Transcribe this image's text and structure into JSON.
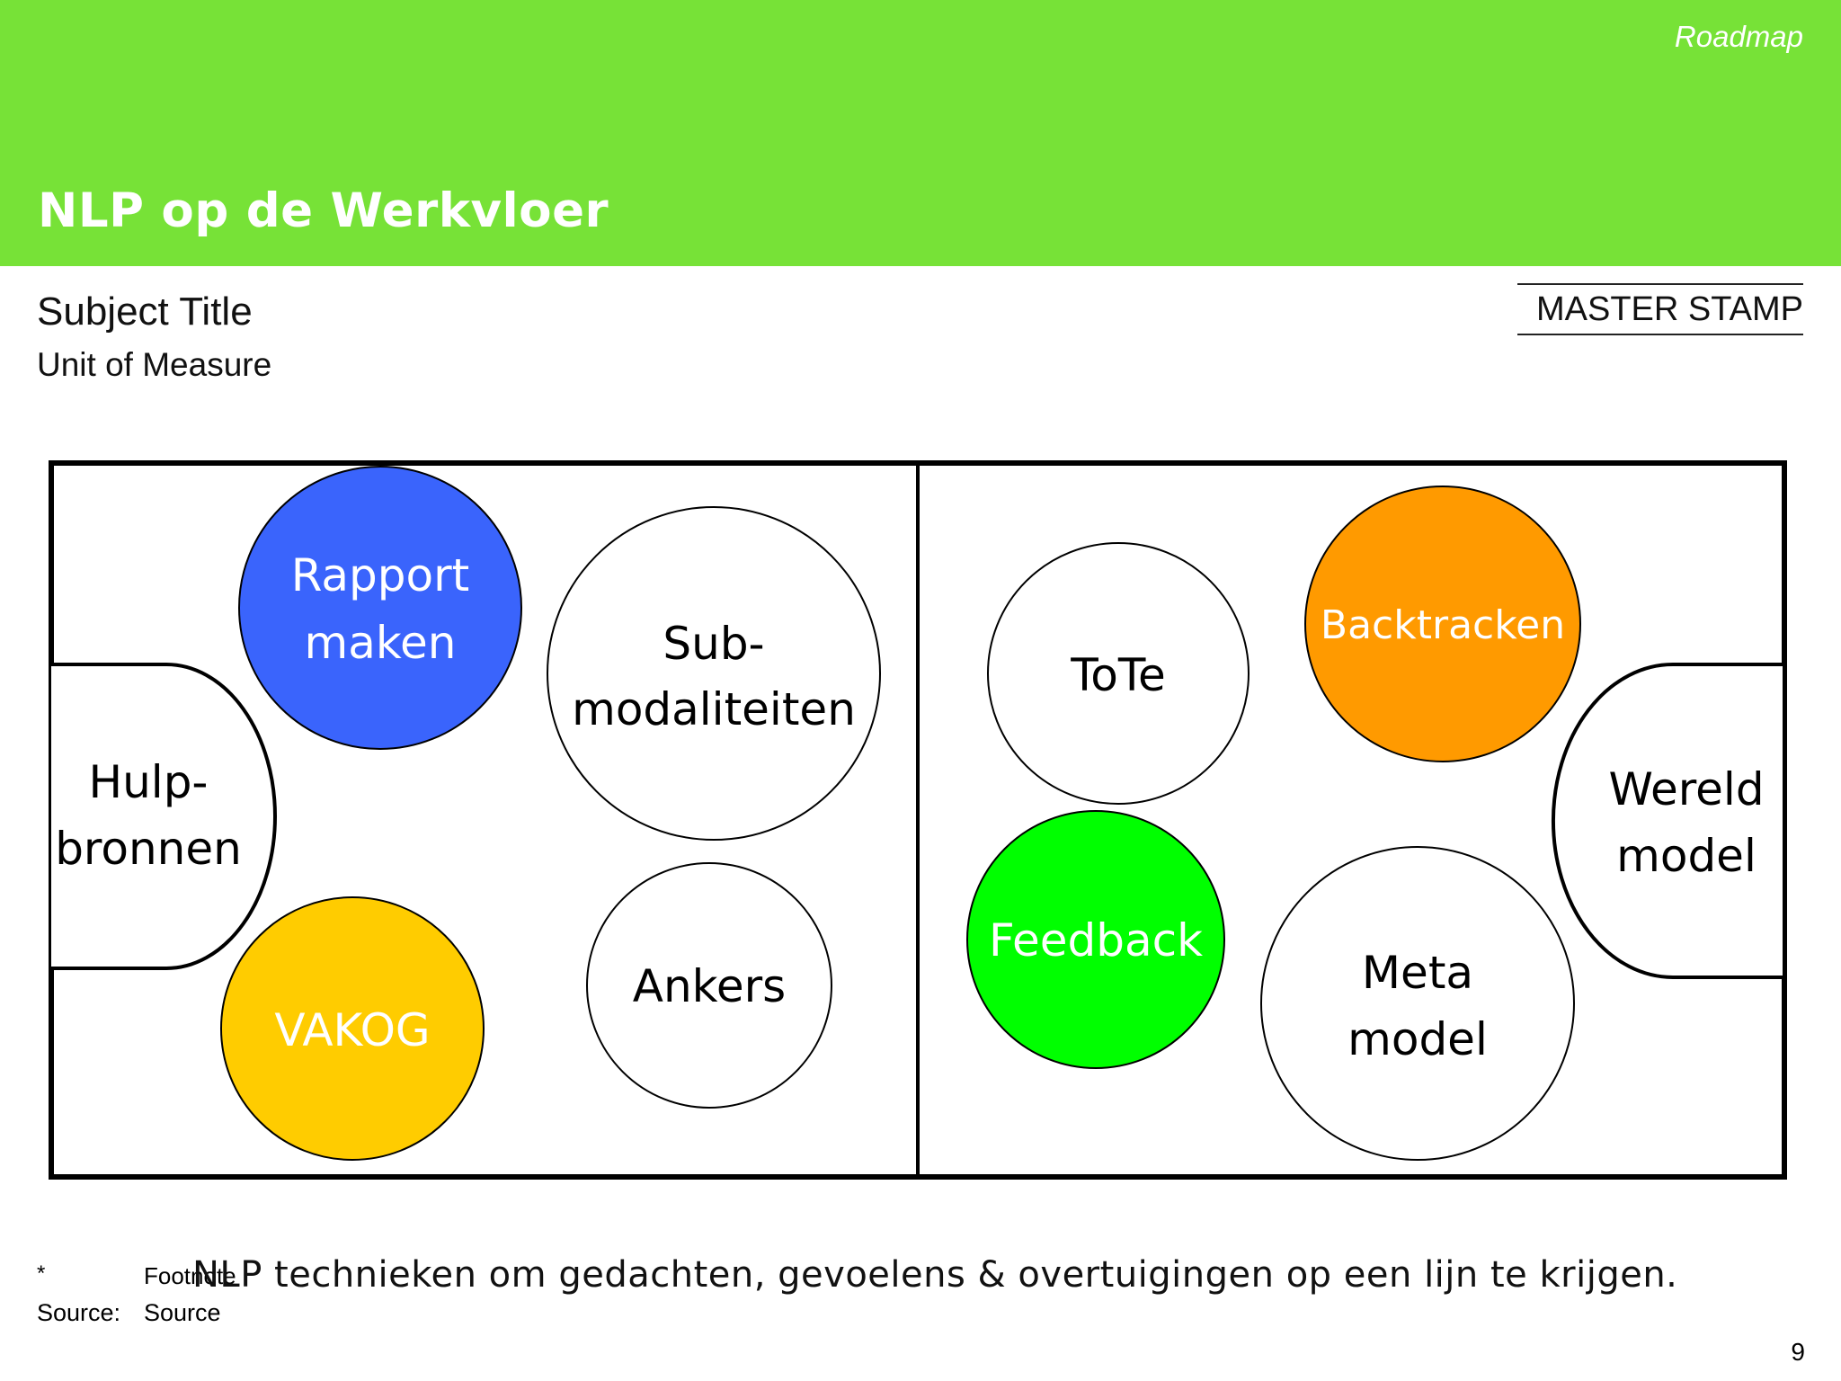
{
  "header": {
    "section_label": "Roadmap",
    "title": "NLP op de Werkvloer",
    "background_color": "#77e237"
  },
  "subject": {
    "title": "Subject Title",
    "unit": "Unit of Measure"
  },
  "stamp": "MASTER STAMP",
  "diagram": {
    "left_panel": {
      "side_shape": {
        "lines": [
          "Hulp-",
          "bronnen"
        ]
      },
      "circles": [
        {
          "id": "rapport",
          "lines": [
            "Rapport",
            "maken"
          ],
          "fill": "#3a64fc",
          "text_color": "#ffffff"
        },
        {
          "id": "submodaliteiten",
          "lines": [
            "Sub-",
            "modaliteiten"
          ],
          "fill": "#ffffff",
          "text_color": "#000000"
        },
        {
          "id": "vakog",
          "lines": [
            "VAKOG"
          ],
          "fill": "#ffcc00",
          "text_color": "#ffffff"
        },
        {
          "id": "ankers",
          "lines": [
            "Ankers"
          ],
          "fill": "#ffffff",
          "text_color": "#000000"
        }
      ]
    },
    "right_panel": {
      "side_shape": {
        "lines": [
          "Wereld",
          "model"
        ]
      },
      "circles": [
        {
          "id": "tote",
          "lines": [
            "ToTe"
          ],
          "fill": "#ffffff",
          "text_color": "#000000"
        },
        {
          "id": "backtracken",
          "lines": [
            "Backtracken"
          ],
          "fill": "#ff9a00",
          "text_color": "#ffffff"
        },
        {
          "id": "feedback",
          "lines": [
            "Feedback"
          ],
          "fill": "#00ff00",
          "text_color": "#ffffff"
        },
        {
          "id": "metamodel",
          "lines": [
            "Meta",
            "model"
          ],
          "fill": "#ffffff",
          "text_color": "#000000"
        }
      ]
    }
  },
  "caption": "NLP technieken om gedachten, gevoelens & overtuigingen op een lijn te krijgen.",
  "footer": {
    "footnote_mark": "*",
    "footnote_text": "Footnote",
    "source_label": "Source:",
    "source_text": "Source",
    "page_number": "9"
  }
}
